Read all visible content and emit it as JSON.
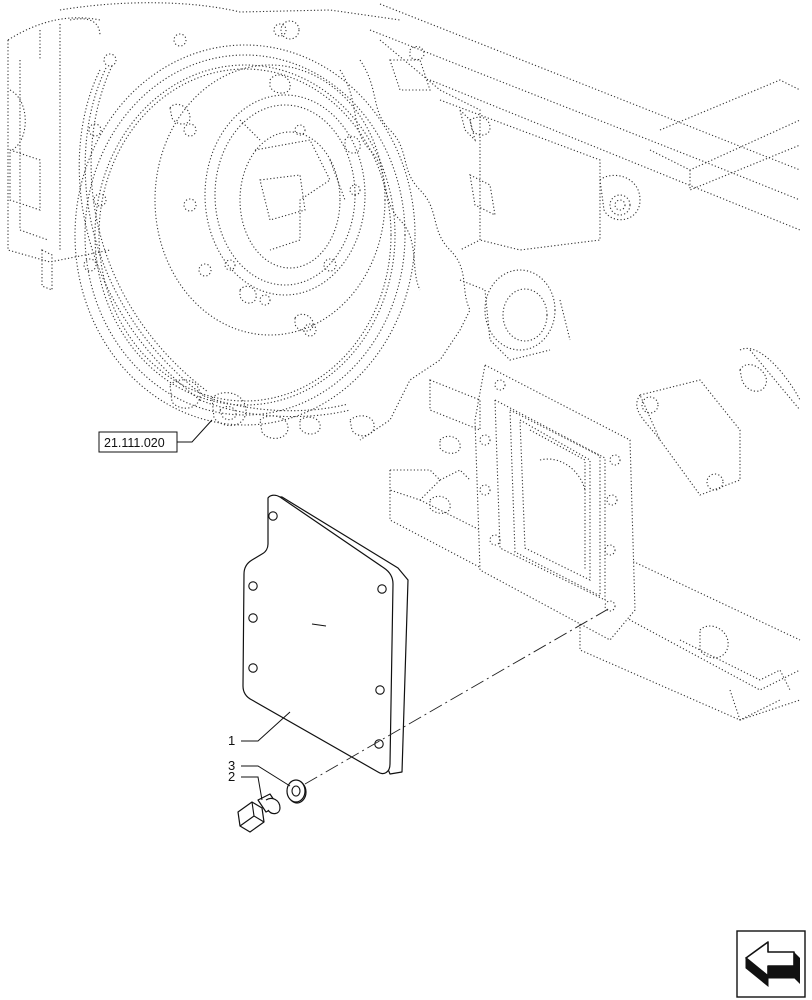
{
  "reference": {
    "label": "21.111.020"
  },
  "callouts": [
    {
      "number": "1",
      "part": "cover-plate"
    },
    {
      "number": "3",
      "part": "washer"
    },
    {
      "number": "2",
      "part": "bolt"
    }
  ],
  "nav_icon": {
    "name": "previous-page-arrow-icon"
  }
}
